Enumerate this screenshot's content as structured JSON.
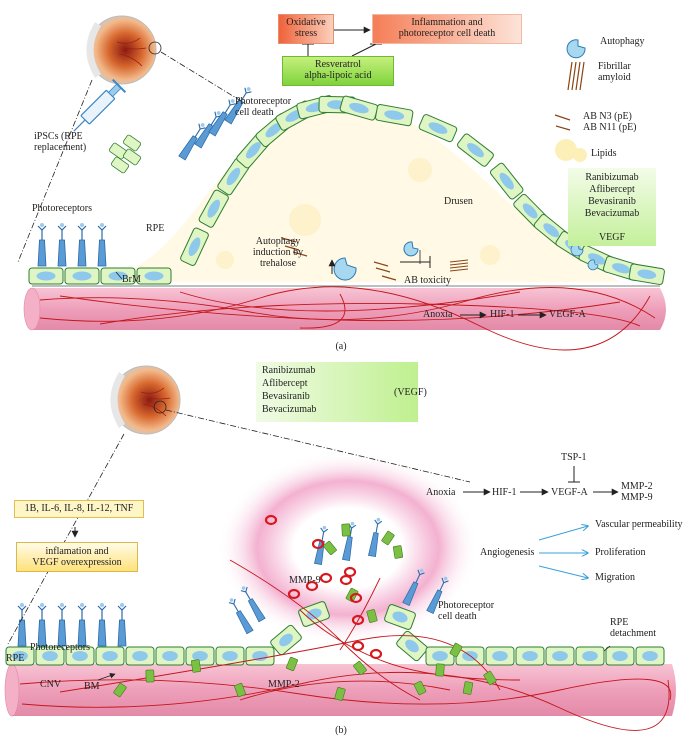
{
  "panel_a": {
    "caption": "(a)",
    "ipsc_label": "iPSCs (RPE\nreplacement)",
    "photoreceptors_label": "Photoreceptors",
    "photoreceptor_death_label": "Photoreceptor\ncell death",
    "rpe_label": "RPE",
    "brm_label": "BrM",
    "drusen_label": "Drusen",
    "oxidative_stress": "Oxidative\nstress",
    "inflammation": "Inflammation and\nphotoreceptor cell death",
    "antioxidants": "Resveratrol\nalpha-lipoic acid",
    "autophagy_induction": "Autophagy\ninduction by\ntrehalose",
    "ab_toxicity": "AB toxicity",
    "anoxia": "Anoxia",
    "hif1": "HIF-1",
    "vegfa": "VEGF-A",
    "legend": {
      "autophagy": "Autophagy",
      "fibrillar_amyloid": "Fibrillar\namyloid",
      "ab": "AB N3 (pE)\nAB N11 (pE)",
      "lipids": "Lipids"
    },
    "anti_vegf_drugs": [
      "Ranibizumab",
      "Aflibercept",
      "Bevasiranib",
      "Bevacizumab"
    ],
    "vegf": "VEGF"
  },
  "panel_b": {
    "caption": "(b)",
    "anti_vegf_drugs": [
      "Ranibizumab",
      "Aflibercept",
      "Bevasiranib",
      "Bevacizumab"
    ],
    "vegf_label": "(VEGF)",
    "cytokines": "1B, IL-6, IL-8, IL-12, TNF",
    "inflammation": "inflamation and\nVEGF overexpression",
    "photoreceptors_label": "Photoreceptors",
    "rpe_label": "RPE",
    "cnv_label": "CNV",
    "bm_label": "BM",
    "mmp9": "MMP-9",
    "mmp2": "MMP-2",
    "tsp1": "TSP-1",
    "anoxia": "Anoxia",
    "hif1": "HIF-1",
    "vegfa": "VEGF-A",
    "mmp_out": "MMP-2\nMMP-9",
    "angiogenesis": "Angiogenesis",
    "outcomes": [
      "Vascular permeability",
      "Proliferation",
      "Migration"
    ],
    "photoreceptor_death_label": "Photoreceptor\ncell death",
    "rpe_detachment": "RPE\ndetachment"
  },
  "colors": {
    "choroid": "#ee9fba",
    "vessel": "#c4161c",
    "rpe_cell": "#dff5c3",
    "nucleus": "#8ec9ec",
    "photoreceptor": "#5b9bd5",
    "drusen": "#fffbea",
    "vegf_particle": "#7bc043",
    "rbc": "#d7191f"
  }
}
